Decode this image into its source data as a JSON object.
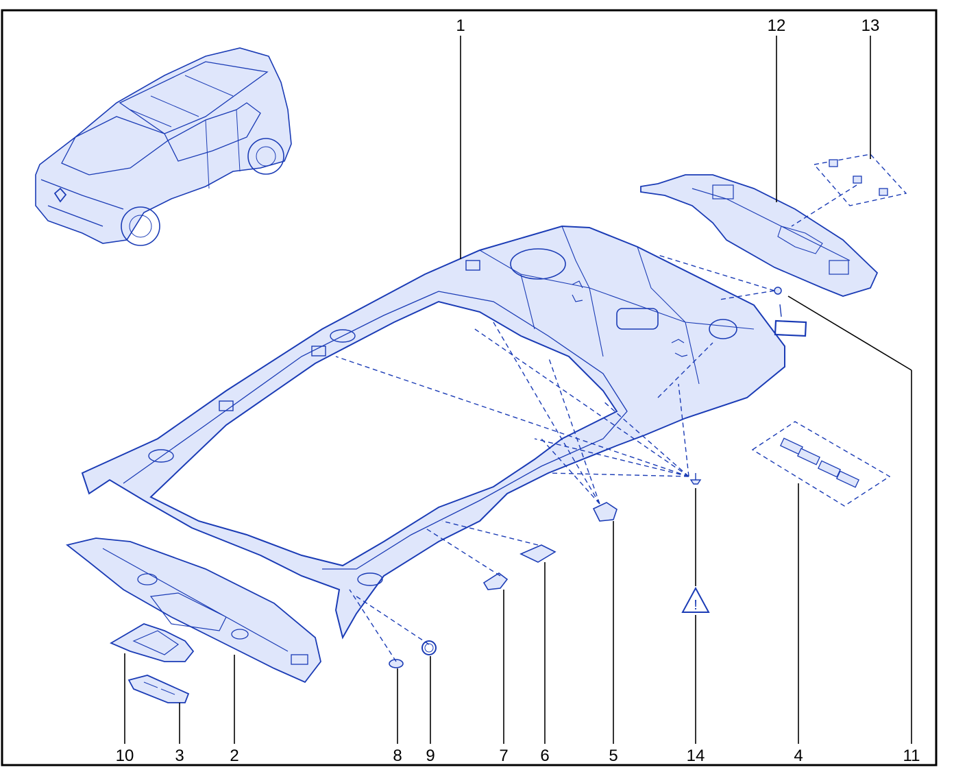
{
  "diagram": {
    "colors": {
      "line": "#1a3bb5",
      "fill": "#dfe6fb",
      "frame": "#000000",
      "background": "#ffffff"
    },
    "callouts": {
      "c1": "1",
      "c2": "2",
      "c3": "3",
      "c4": "4",
      "c5": "5",
      "c6": "6",
      "c7": "7",
      "c8": "8",
      "c9": "9",
      "c10": "10",
      "c11": "11",
      "c12": "12",
      "c13": "13",
      "c14": "14"
    },
    "warning_symbol": "!"
  }
}
